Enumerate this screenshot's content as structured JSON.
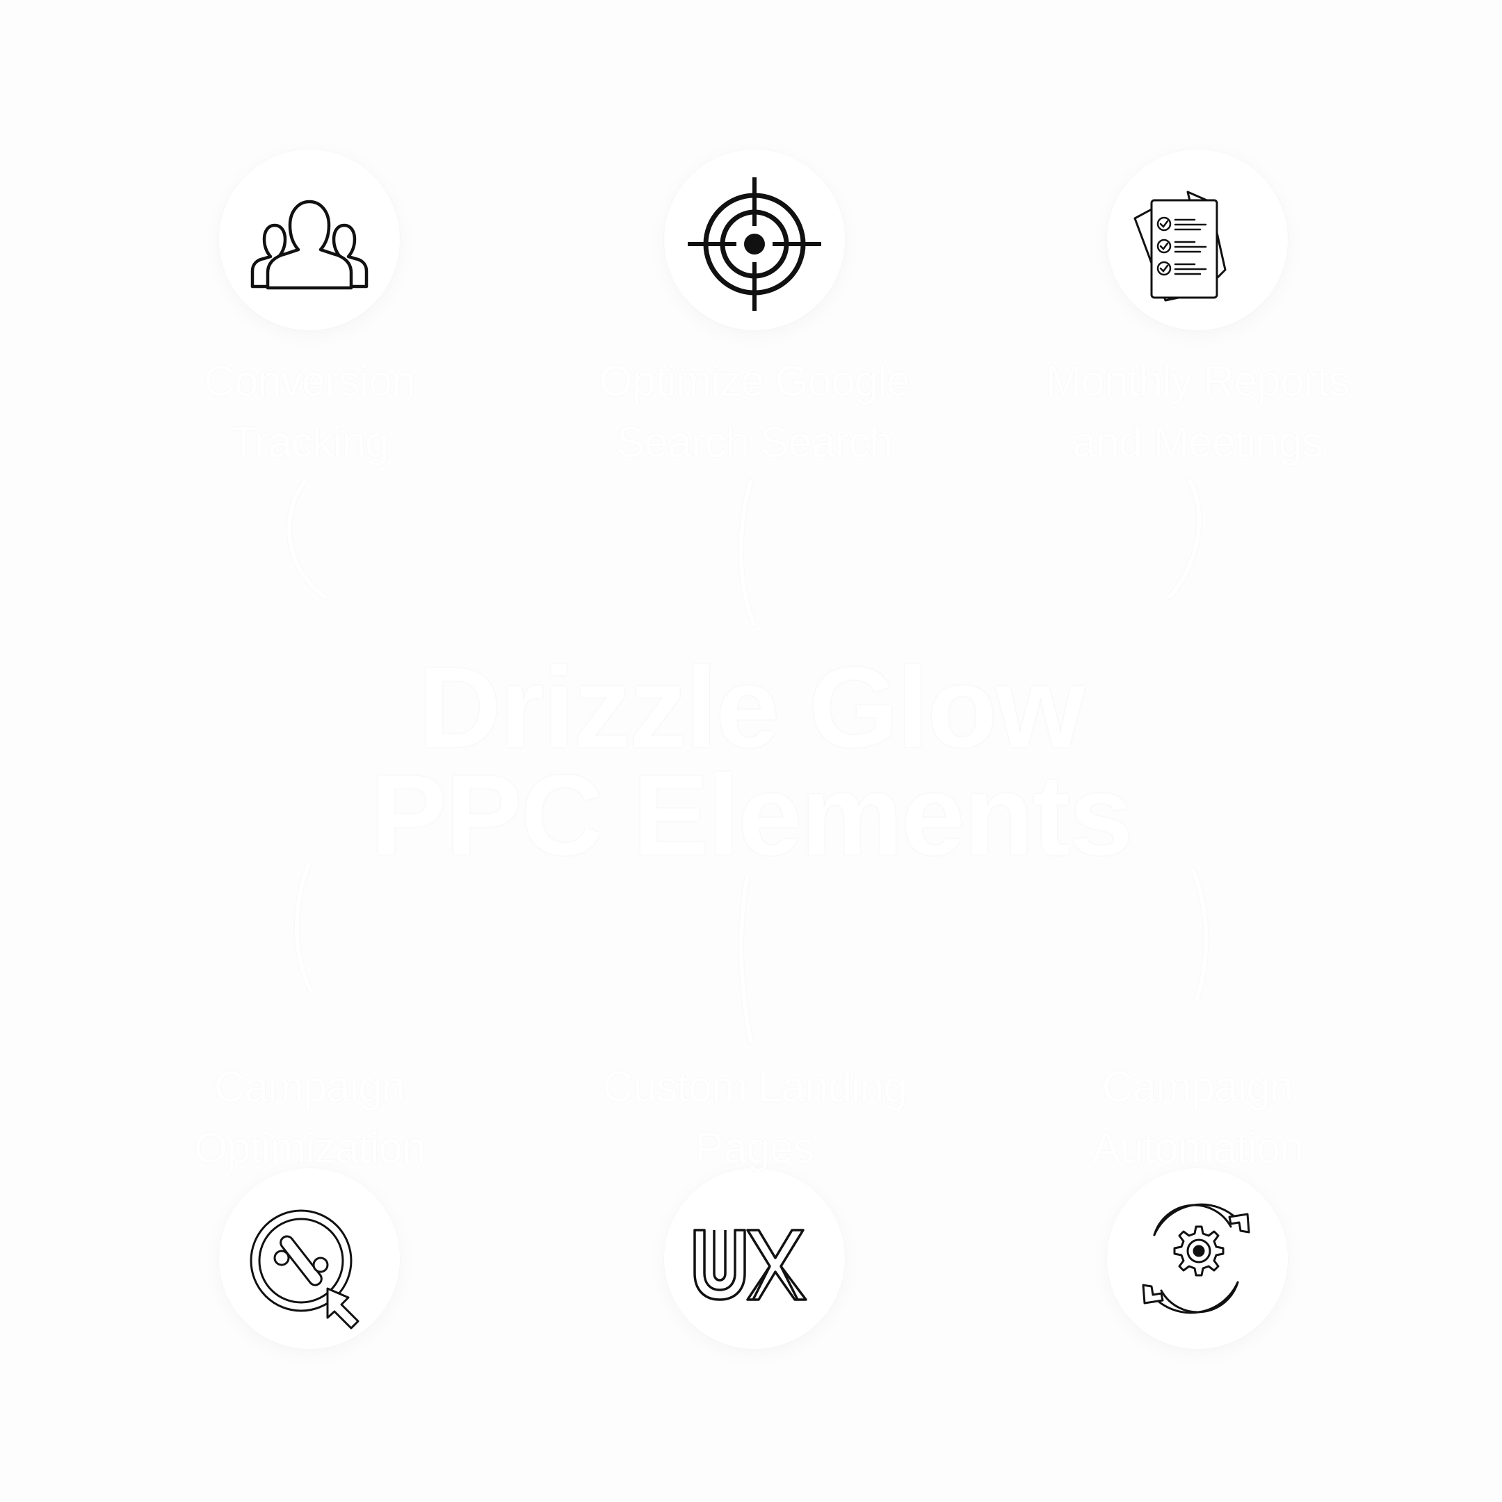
{
  "title": {
    "line1": "Drizzle Glow",
    "line2": "PPC Elements"
  },
  "elements": [
    {
      "label": "Conversion Tracking",
      "icon": "audience-group-icon"
    },
    {
      "label": "Optimize Google Search Search",
      "icon": "target-crosshair-icon"
    },
    {
      "label": "Monthly Reports and Meetings",
      "icon": "checklist-report-icon"
    },
    {
      "label": "Campaign Optimization",
      "icon": "discount-click-icon"
    },
    {
      "label": "Custom Landing Pages",
      "icon": "ux-icon"
    },
    {
      "label": "Campaign Automation",
      "icon": "gear-refresh-icon"
    }
  ],
  "colors": {
    "background": "#fdfdfd",
    "icon_stroke": "#111111",
    "text": "#ffffff"
  }
}
